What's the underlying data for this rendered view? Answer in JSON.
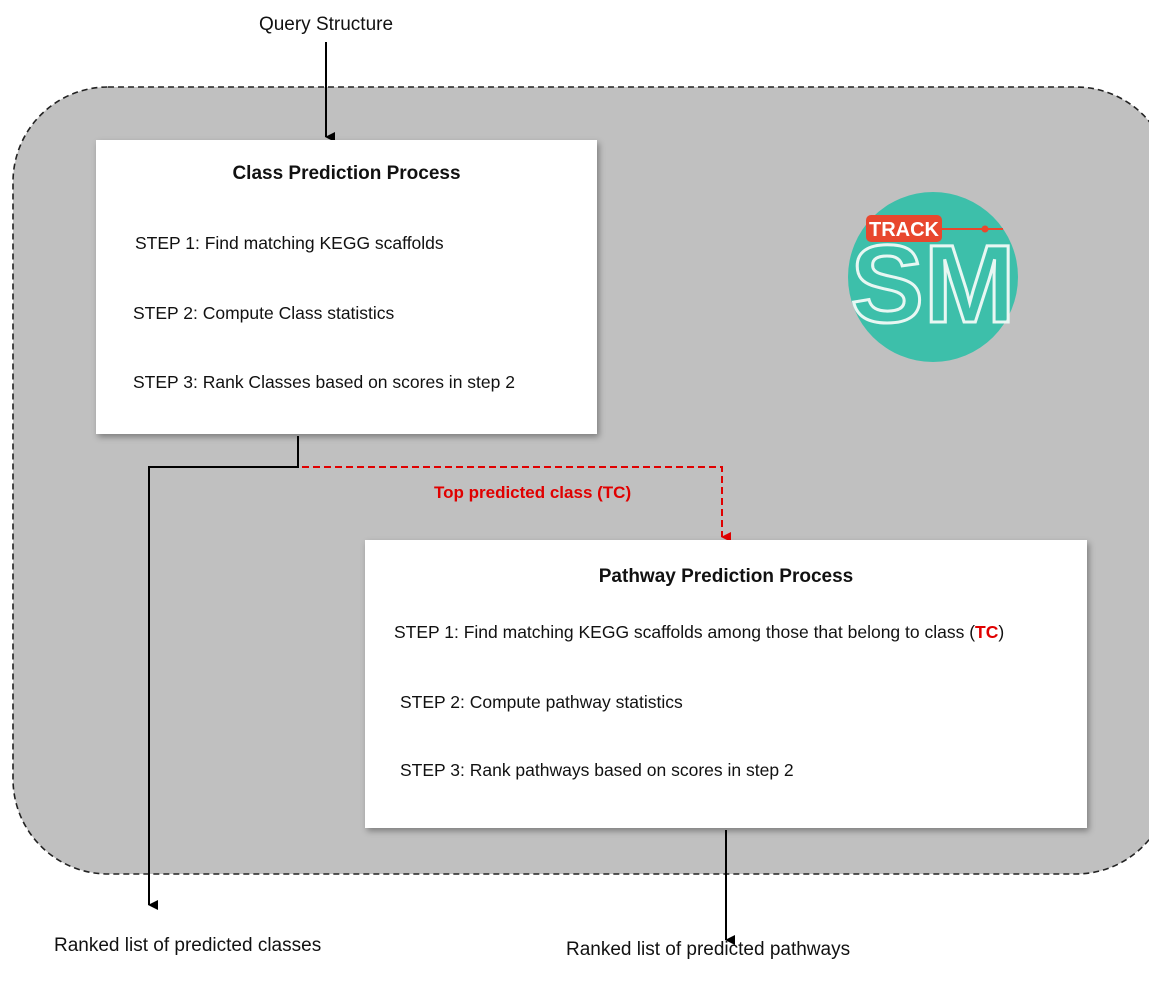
{
  "input_label": "Query Structure",
  "class_process": {
    "title": "Class Prediction Process",
    "steps": [
      "STEP 1: Find matching KEGG scaffolds",
      "STEP 2: Compute Class statistics",
      "STEP 3: Rank Classes based on scores in step 2"
    ]
  },
  "connector_label": "Top predicted class (TC)",
  "pathway_process": {
    "title": "Pathway Prediction Process",
    "step1_prefix": "STEP 1: Find matching KEGG scaffolds among those that belong to class (",
    "step1_tc": "TC",
    "step1_suffix": ")",
    "steps": [
      "STEP 2: Compute pathway statistics",
      "STEP 3: Rank pathways based on scores in step 2"
    ]
  },
  "outputs": {
    "classes": "Ranked list of predicted classes",
    "pathways": "Ranked list of predicted pathways"
  },
  "logo": {
    "badge_text": "TRACK",
    "main_text": "SM",
    "badge_color": "#e8472e",
    "circle_color": "#3dbfaa"
  },
  "colors": {
    "region_fill": "#c0c0c0",
    "highlight": "#e00000",
    "arrow": "#000000"
  }
}
